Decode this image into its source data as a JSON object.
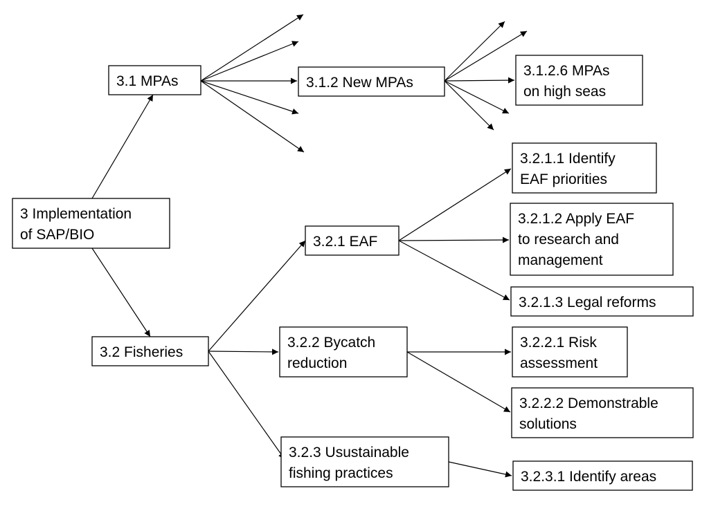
{
  "diagram": {
    "nodes": {
      "n3": [
        "3 Implementation",
        "of SAP/BIO"
      ],
      "n31": [
        "3.1 MPAs"
      ],
      "n312": [
        "3.1.2 New MPAs"
      ],
      "n3126": [
        "3.1.2.6 MPAs",
        "on high seas"
      ],
      "n32": [
        "3.2 Fisheries"
      ],
      "n321": [
        "3.2.1 EAF"
      ],
      "n3211": [
        "3.2.1.1 Identify",
        "EAF priorities"
      ],
      "n3212": [
        "3.2.1.2 Apply EAF",
        "to research and",
        "management"
      ],
      "n3213": [
        "3.2.1.3 Legal reforms"
      ],
      "n322": [
        "3.2.2 Bycatch",
        "reduction"
      ],
      "n3221": [
        "3.2.2.1 Risk",
        "assessment"
      ],
      "n3222": [
        "3.2.2.2  Demonstrable",
        "solutions"
      ],
      "n323": [
        "3.2.3 Usustainable",
        "fishing practices"
      ],
      "n3231": [
        "3.2.3.1 Identify areas"
      ]
    },
    "edges": [
      {
        "from": "n3",
        "to": "n31"
      },
      {
        "from": "n3",
        "to": "n32"
      },
      {
        "from": "n31",
        "to": "n312"
      },
      {
        "from": "n31",
        "to": null
      },
      {
        "from": "n31",
        "to": null
      },
      {
        "from": "n31",
        "to": null
      },
      {
        "from": "n31",
        "to": null
      },
      {
        "from": "n312",
        "to": "n3126"
      },
      {
        "from": "n312",
        "to": null
      },
      {
        "from": "n312",
        "to": null
      },
      {
        "from": "n312",
        "to": null
      },
      {
        "from": "n312",
        "to": null
      },
      {
        "from": "n32",
        "to": "n321"
      },
      {
        "from": "n32",
        "to": "n322"
      },
      {
        "from": "n32",
        "to": "n323"
      },
      {
        "from": "n321",
        "to": "n3211"
      },
      {
        "from": "n321",
        "to": "n3212"
      },
      {
        "from": "n321",
        "to": "n3213"
      },
      {
        "from": "n322",
        "to": "n3221"
      },
      {
        "from": "n322",
        "to": "n3222"
      },
      {
        "from": "n323",
        "to": "n3231"
      }
    ]
  }
}
